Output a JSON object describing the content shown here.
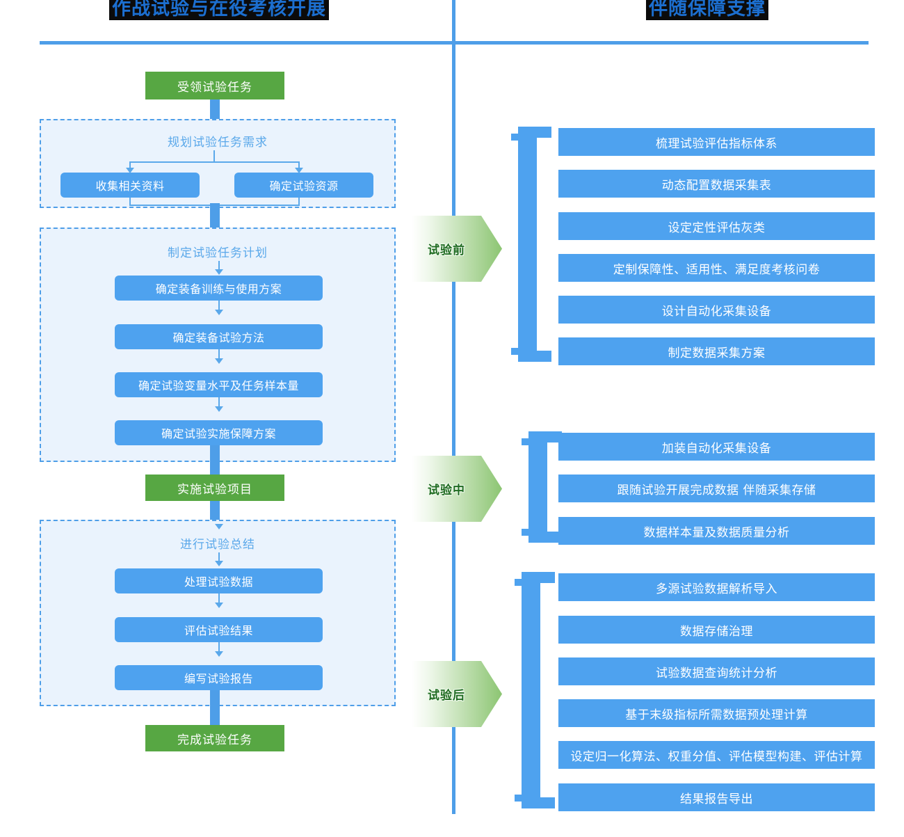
{
  "headings": {
    "left": "作战试验与在役考核开展",
    "right": "伴随保障支撑"
  },
  "colors": {
    "blue": "#4ea2ef",
    "rule_blue": "#4e9ee8",
    "green": "#57a743",
    "chevron_green": "#8cc572",
    "group_fill": "#eaf3fd",
    "group_border": "#4e9ee8",
    "group_title": "#5aa8ea",
    "heading_text": "#1c6fd0",
    "heading_bg": "#0b0b0b"
  },
  "left_flow": {
    "start_node": "受领试验任务",
    "mid_node": "实施试验项目",
    "end_node": "完成试验任务",
    "groups": [
      {
        "title": "规划试验任务需求",
        "layout": "parallel",
        "items": [
          "收集相关资料",
          "确定试验资源"
        ]
      },
      {
        "title": "制定试验任务计划",
        "layout": "sequence",
        "items": [
          "确定装备训练与使用方案",
          "确定装备试验方法",
          "确定试验变量水平及任务样本量",
          "确定试验实施保障方案"
        ]
      },
      {
        "title": "进行试验总结",
        "layout": "sequence",
        "items": [
          "处理试验数据",
          "评估试验结果",
          "编写试验报告"
        ]
      }
    ]
  },
  "right_flow": {
    "phases": [
      {
        "label": "试验前",
        "items": [
          "梳理试验评估指标体系",
          "动态配置数据采集表",
          "设定定性评估灰类",
          "定制保障性、适用性、满足度考核问卷",
          "设计自动化采集设备",
          "制定数据采集方案"
        ]
      },
      {
        "label": "试验中",
        "items": [
          "加装自动化采集设备",
          "跟随试验开展完成数据 伴随采集存储",
          "数据样本量及数据质量分析"
        ]
      },
      {
        "label": "试验后",
        "items": [
          "多源试验数据解析导入",
          "数据存储治理",
          "试验数据查询统计分析",
          "基于末级指标所需数据预处理计算",
          "设定归一化算法、权重分值、评估模型构建、评估计算",
          "结果报告导出"
        ]
      }
    ]
  }
}
